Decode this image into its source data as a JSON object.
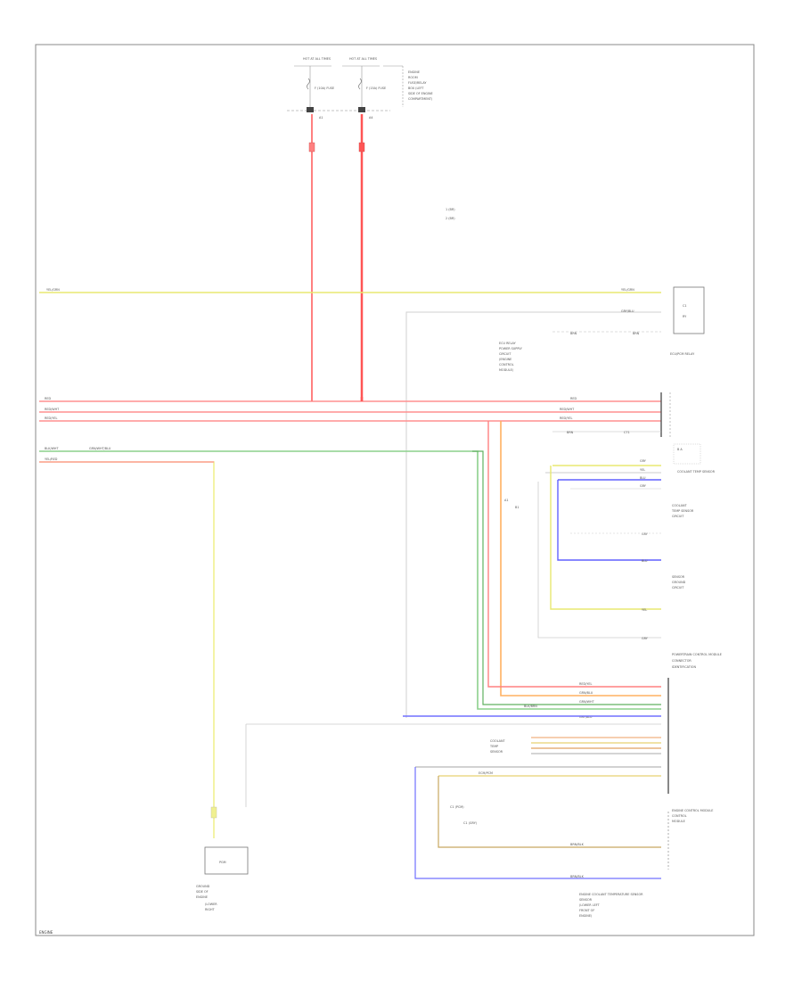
{
  "fuse_box": {
    "fuse_left_header": "HOT AT ALL TIMES",
    "fuse_right_header": "HOT AT ALL TIMES",
    "fuse_left_name": "F (10A) FUSE",
    "fuse_right_name": "F (15A) FUSE",
    "fuse_box_title": [
      "ENGINE",
      "ROOM",
      "FUSE/RELAY",
      "BOX (LEFT",
      "SIDE OF ENGINE",
      "COMPARTMENT)"
    ]
  },
  "legend": {
    "item1": "1  (BR)",
    "item2": "2  (BR)"
  },
  "left_wires": {
    "yel_grn": "YEL/GRN",
    "red": "RED",
    "red_wht": "RED/WHT",
    "red_yel": "RED/YEL",
    "blk_wht": "BLK/WHT",
    "grn_wht": "GRN/WHT/BLU",
    "yel_red": "YEL/RED"
  },
  "components": {
    "relay": "ECU/PCM RELAY",
    "pcm": "POWERTRAIN CONTROL MODULE",
    "ecm": "ENGINE CONTROL MODULE",
    "sensor": "COOLANT TEMP SENSOR",
    "ground_note": "GROUND"
  },
  "bottom": {
    "caption": "ENGINE COOLANT TEMPERATURE SENSOR",
    "frame_label": "ENGINE"
  }
}
